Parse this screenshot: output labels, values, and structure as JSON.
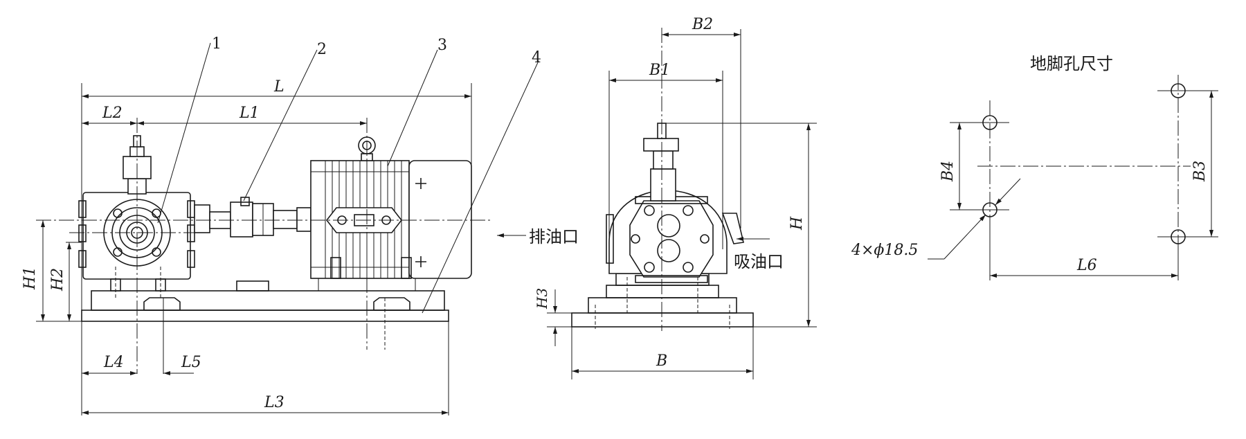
{
  "part_callouts": [
    "1",
    "2",
    "3",
    "4"
  ],
  "dimensions": {
    "L": "L",
    "L1": "L1",
    "L2": "L2",
    "L3": "L3",
    "L4": "L4",
    "L5": "L5",
    "L6": "L6",
    "H": "H",
    "H1": "H1",
    "H2": "H2",
    "H3": "H3",
    "B": "B",
    "B1": "B1",
    "B2": "B2",
    "B3": "B3",
    "B4": "B4"
  },
  "labels": {
    "discharge": "排油口",
    "suction": "吸油口",
    "foot_hole_title": "地脚孔尺寸",
    "hole_spec": "4×ϕ18.5"
  }
}
